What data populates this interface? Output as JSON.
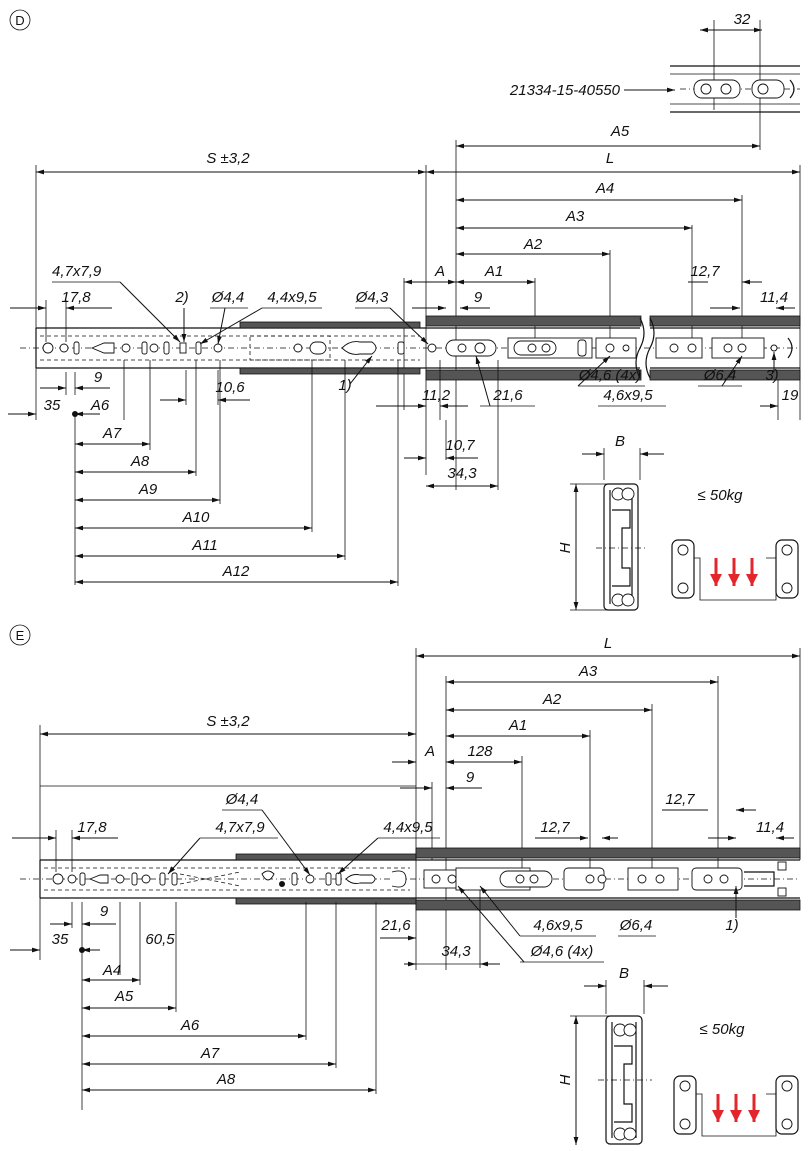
{
  "view_d": {
    "label": "D",
    "part_number": "21334-15-40550",
    "dim_top_spacing": "32",
    "dim_s": "S ±3,2",
    "dim_l": "L",
    "dim_a": "A",
    "dim_a1": "A1",
    "dim_a2": "A2",
    "dim_a3": "A3",
    "dim_a4": "A4",
    "dim_a5": "A5",
    "dim_a6": "A6",
    "dim_a7": "A7",
    "dim_a8": "A8",
    "dim_a9": "A9",
    "dim_a10": "A10",
    "dim_a11": "A11",
    "dim_a12": "A12",
    "dim_4_7x7_9": "4,7x7,9",
    "dim_17_8": "17,8",
    "note_2": "2)",
    "dim_d4_4": "Ø4,4",
    "dim_4_4x9_5": "4,4x9,5",
    "dim_d4_3": "Ø4,3",
    "dim_9_top": "9",
    "dim_12_7": "12,7",
    "dim_11_4": "11,4",
    "dim_10_6": "10,6",
    "note_1": "1)",
    "dim_9_left": "9",
    "dim_35": "35",
    "dim_11_2": "11,2",
    "dim_21_6": "21,6",
    "dim_d4_6_4x": "Ø4,6 (4x)",
    "dim_d6_4": "Ø6,4",
    "note_3": "3)",
    "dim_4_6x9_5": "4,6x9,5",
    "dim_19": "19",
    "dim_10_7": "10,7",
    "dim_34_3": "34,3",
    "dim_b": "B",
    "dim_h": "H",
    "load": "≤ 50kg"
  },
  "view_e": {
    "label": "E",
    "dim_l": "L",
    "dim_a3": "A3",
    "dim_a2": "A2",
    "dim_a1": "A1",
    "dim_s": "S ±3,2",
    "dim_a": "A",
    "dim_128": "128",
    "dim_9_top": "9",
    "dim_d4_4": "Ø4,4",
    "dim_12_7_right": "12,7",
    "dim_17_8": "17,8",
    "dim_4_7x7_9": "4,7x7,9",
    "dim_4_4x9_5": "4,4x9,5",
    "dim_12_7_mid": "12,7",
    "dim_11_4": "11,4",
    "dim_9_left": "9",
    "dim_35": "35",
    "dim_60_5": "60,5",
    "dim_21_6": "21,6",
    "dim_34_3": "34,3",
    "dim_4_6x9_5": "4,6x9,5",
    "dim_d6_4": "Ø6,4",
    "note_1": "1)",
    "dim_d4_6_4x": "Ø4,6 (4x)",
    "dim_a4": "A4",
    "dim_a5": "A5",
    "dim_a6": "A6",
    "dim_a7": "A7",
    "dim_a8": "A8",
    "dim_b": "B",
    "dim_h": "H",
    "load": "≤ 50kg"
  },
  "colors": {
    "line": "#111111",
    "load_arrow": "#e3262b",
    "shade": "#555555"
  },
  "icons": [
    "arrow-icon",
    "rail-profile-icon",
    "load-arrows-icon"
  ]
}
